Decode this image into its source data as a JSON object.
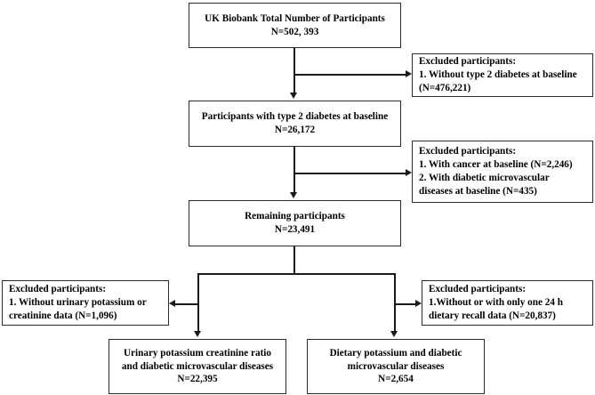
{
  "diagram": {
    "title": "UK Biobank participant selection flowchart",
    "line_color": "#1a1a1a",
    "box_border_color": "#2b2b2b",
    "background": "#ffffff"
  },
  "nodes": {
    "total_participants": {
      "line1": "UK Biobank Total Number of Participants",
      "line2": "N=502, 393"
    },
    "t2d_baseline": {
      "line1": "Participants with type 2 diabetes at baseline",
      "line2": "N=26,172"
    },
    "remaining": {
      "line1": "Remaining participants",
      "line2": "N=23,491"
    },
    "excluded_1": {
      "line1": "Excluded participants:",
      "line2": "1. Without type 2 diabetes at baseline",
      "line3": "(N=476,221)"
    },
    "excluded_2": {
      "line1": "Excluded participants:",
      "line2": "1. With  cancer at baseline (N=2,246)",
      "line3": "2. With diabetic microvascular",
      "line4": "diseases at baseline (N=435)"
    },
    "excluded_left": {
      "line1": "Excluded participants:",
      "line2": "1. Without urinary potassium or",
      "line3": "creatinine data (N=1,096)"
    },
    "excluded_right": {
      "line1": "Excluded participants:",
      "line2": "1.Without or with only one 24 h",
      "line3": "dietary recall data (N=20,837)"
    },
    "outcome_urinary": {
      "line1": "Urinary potassium creatinine ratio",
      "line2": "and diabetic microvascular diseases",
      "line3": "N=22,395"
    },
    "outcome_dietary": {
      "line1": "Dietary potassium and diabetic",
      "line2": "microvascular diseases",
      "line3": "N=2,654"
    }
  }
}
